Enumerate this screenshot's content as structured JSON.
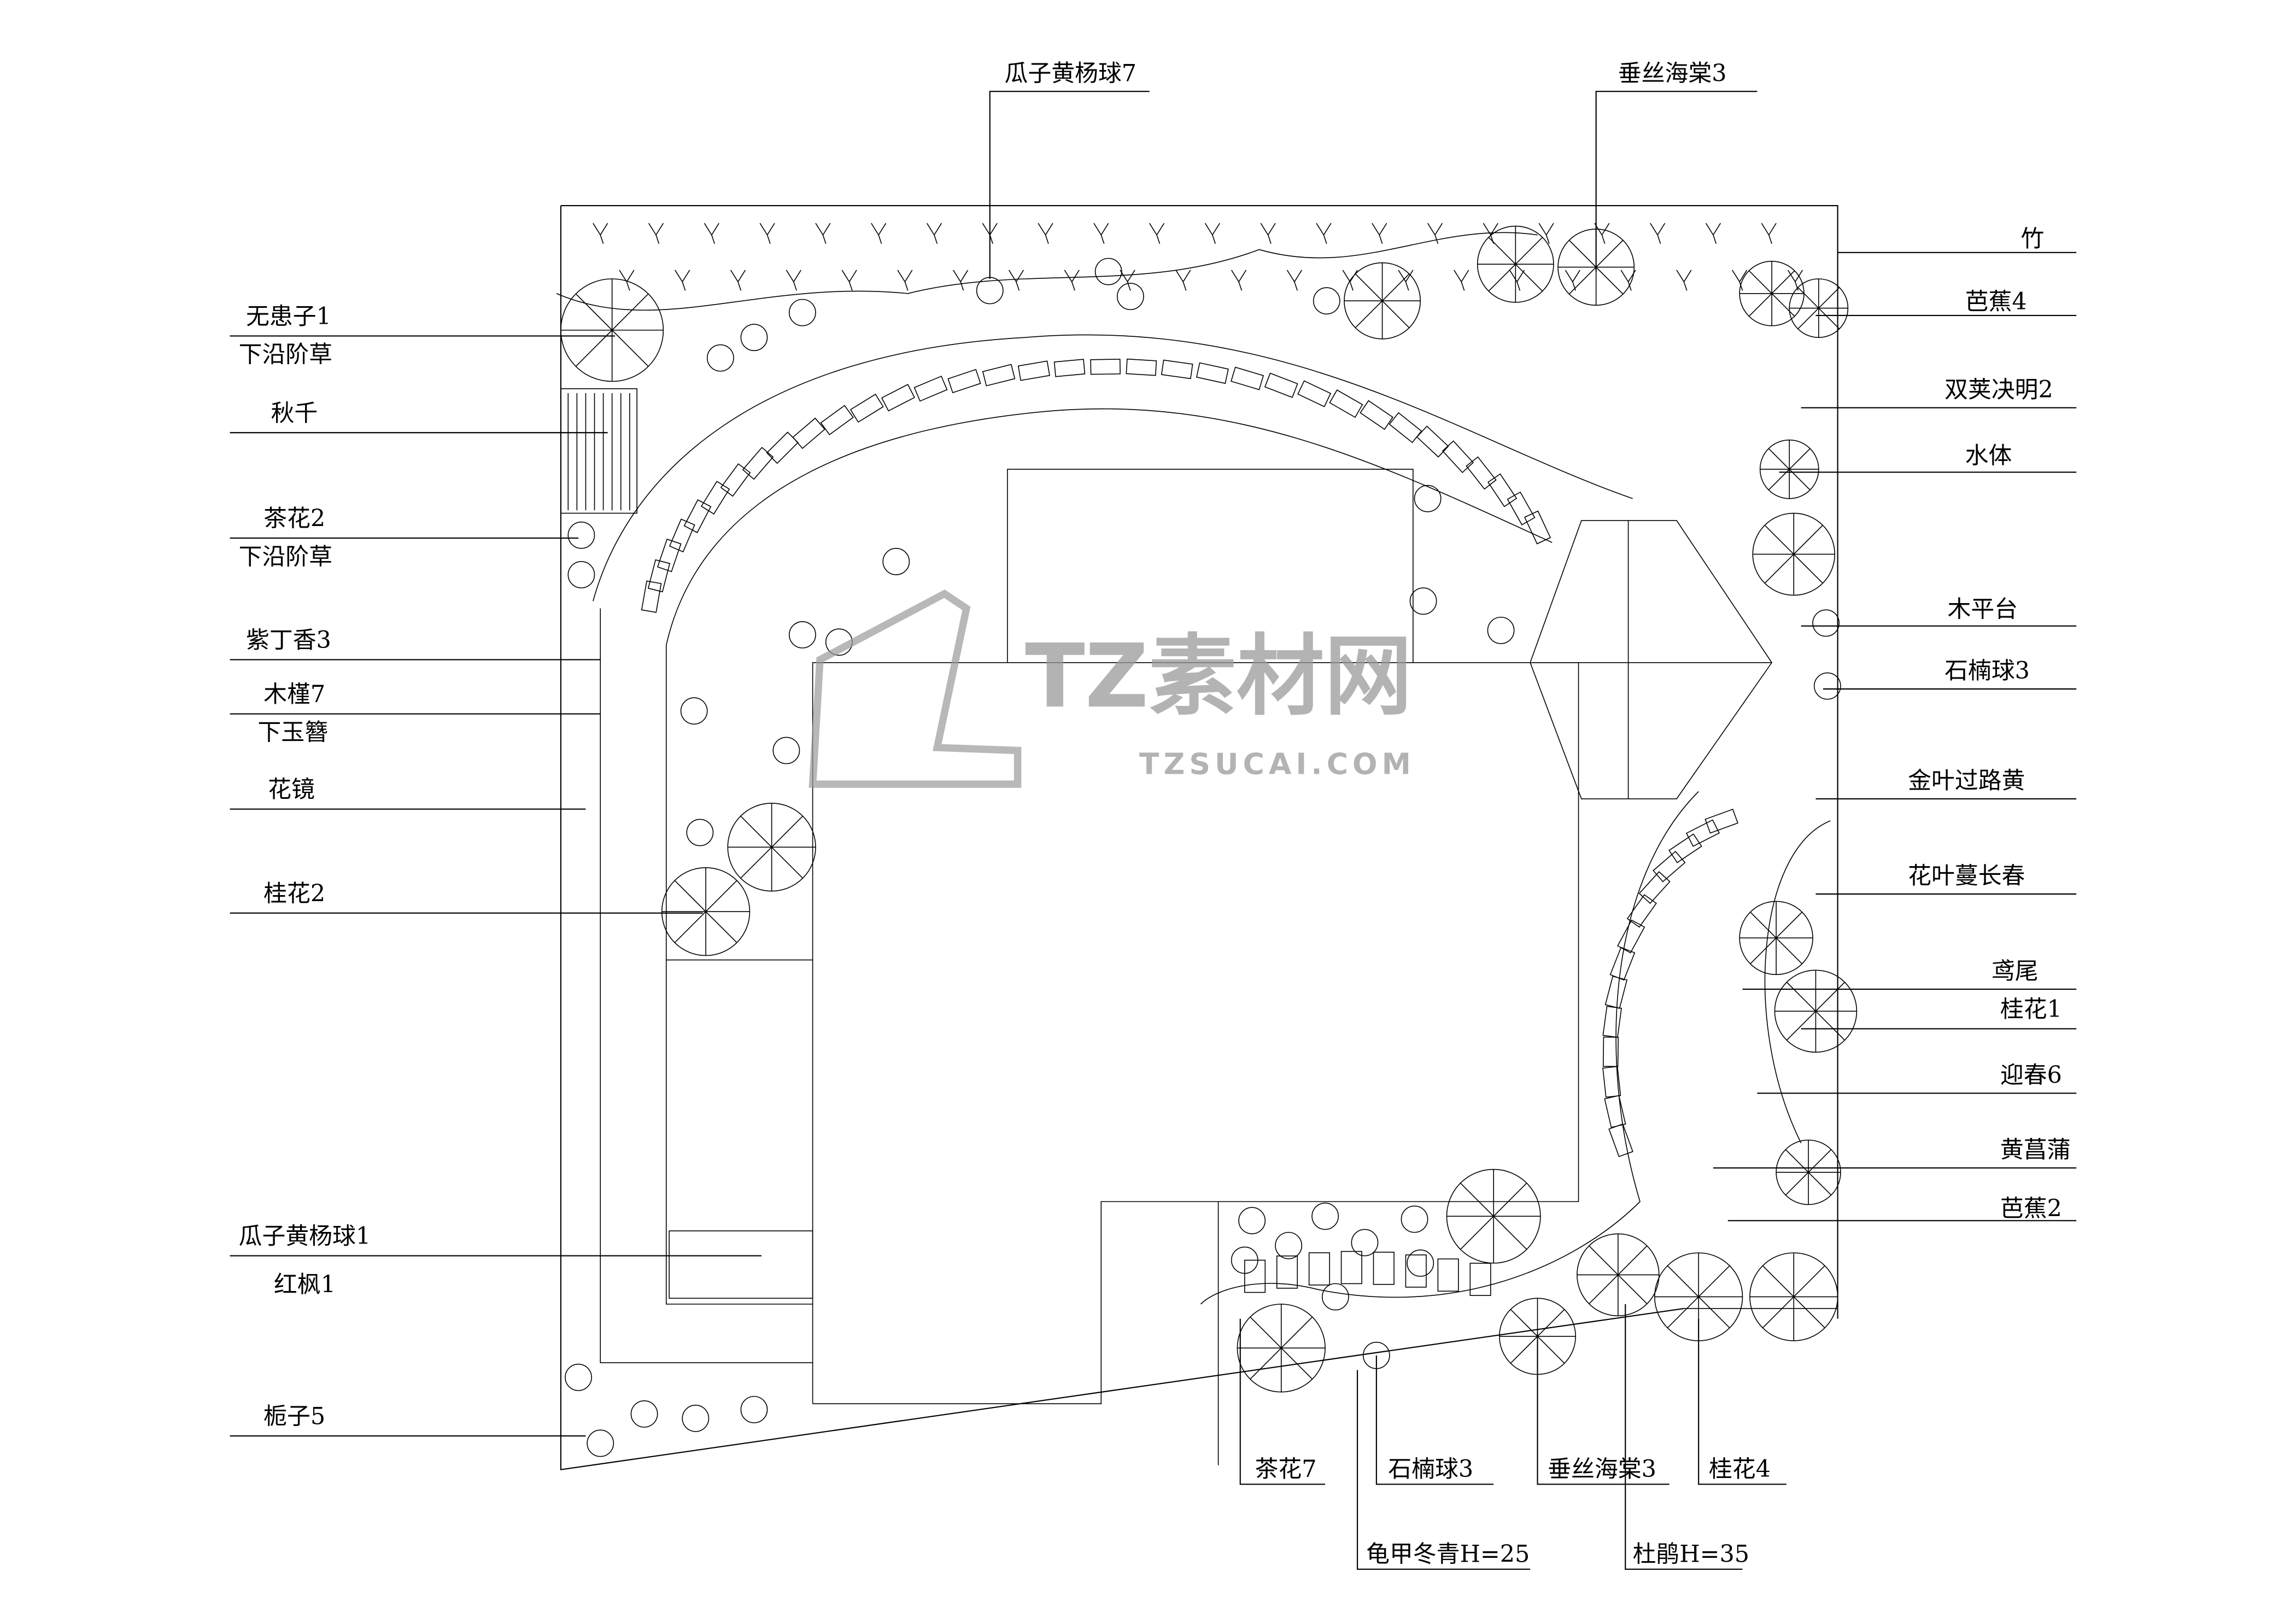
{
  "watermark": {
    "logo_text": "TZ素材网",
    "url_text": "TZSUCAI.COM"
  },
  "labels_left": [
    "无患子1",
    "下沿阶草",
    "秋千",
    "茶花2",
    "下沿阶草",
    "紫丁香3",
    "木槿7",
    "下玉簪",
    "花镜",
    "桂花2",
    "瓜子黄杨球1",
    "红枫1",
    "栀子5"
  ],
  "labels_top": [
    "瓜子黄杨球7",
    "垂丝海棠3"
  ],
  "labels_right": [
    "竹",
    "芭蕉4",
    "双荚决明2",
    "水体",
    "木平台",
    "石楠球3",
    "金叶过路黄",
    "花叶蔓长春",
    "鸢尾",
    "桂花1",
    "迎春6",
    "黄菖蒲",
    "芭蕉2"
  ],
  "labels_bottom": [
    "茶花7",
    "石楠球3",
    "垂丝海棠3",
    "桂花4",
    "龟甲冬青H=25",
    "杜鹃H=35"
  ]
}
